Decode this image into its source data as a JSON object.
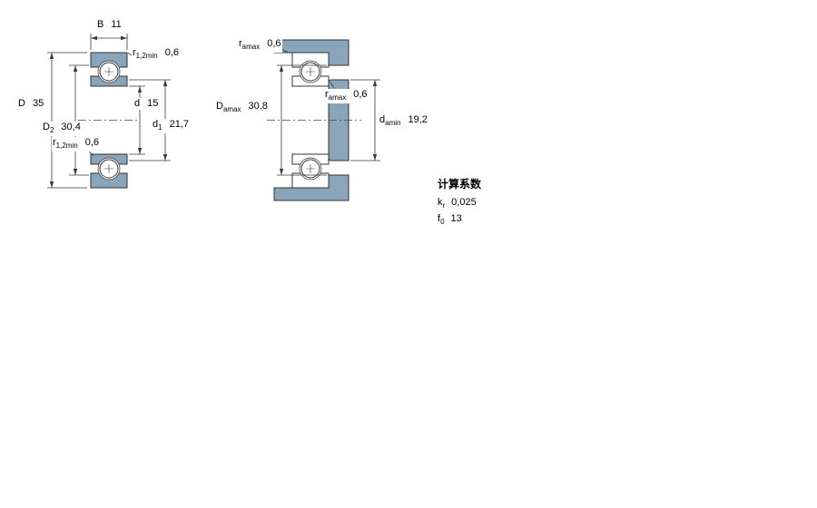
{
  "colors": {
    "fill": "#8AA5BA",
    "line": "#333333"
  },
  "left_view": {
    "labels": {
      "B": {
        "base": "B",
        "value": "11"
      },
      "r_top": {
        "base": "r",
        "sub": "1,2min",
        "value": "0,6"
      },
      "D": {
        "base": "D",
        "value": "35"
      },
      "d": {
        "base": "d",
        "value": "15"
      },
      "D2": {
        "base": "D",
        "sub": "2",
        "value": "30,4"
      },
      "d1": {
        "base": "d",
        "sub": "1",
        "value": "21,7"
      },
      "r_bottom": {
        "base": "r",
        "sub": "1,2min",
        "value": "0,6"
      }
    }
  },
  "right_view": {
    "labels": {
      "ra_top": {
        "base": "r",
        "sub": "amax",
        "value": "0,6"
      },
      "Da": {
        "base": "D",
        "sub": "amax",
        "value": "30,8"
      },
      "ra_mid": {
        "base": "r",
        "sub": "amax",
        "value": "0,6"
      },
      "da": {
        "base": "d",
        "sub": "amin",
        "value": "19,2"
      }
    }
  },
  "calculation_factors": {
    "title": "计算系数",
    "kr": {
      "base": "k",
      "sub": "r",
      "value": "0,025"
    },
    "f0": {
      "base": "f",
      "sub": "0",
      "value": "13"
    }
  }
}
